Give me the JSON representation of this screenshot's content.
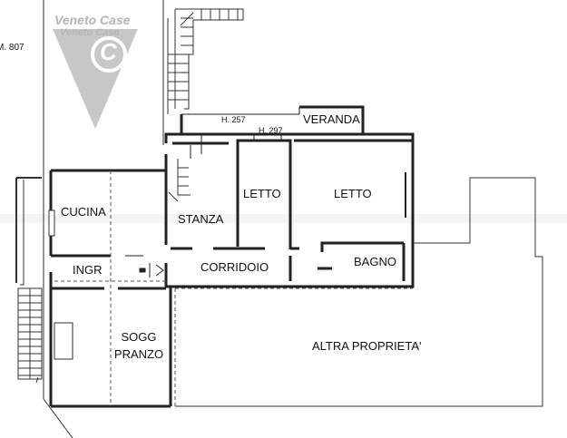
{
  "watermark": {
    "title": "Veneto Case",
    "subtitle": "Veneto Case",
    "letter": "C"
  },
  "plan": {
    "site_height_label": "M. 807",
    "height_labels": [
      "H. 257",
      "H. 297"
    ],
    "rooms": {
      "veranda": "VERANDA",
      "cucina": "CUCINA",
      "ingresso": "INGR",
      "stanza": "STANZA",
      "letto_1": "LETTO",
      "letto_2": "LETTO",
      "corridoio": "CORRIDOIO",
      "bagno": "BAGNO",
      "soggiorno": "SOGG PRANZO",
      "altra_proprieta": "ALTRA PROPRIETA'"
    }
  }
}
